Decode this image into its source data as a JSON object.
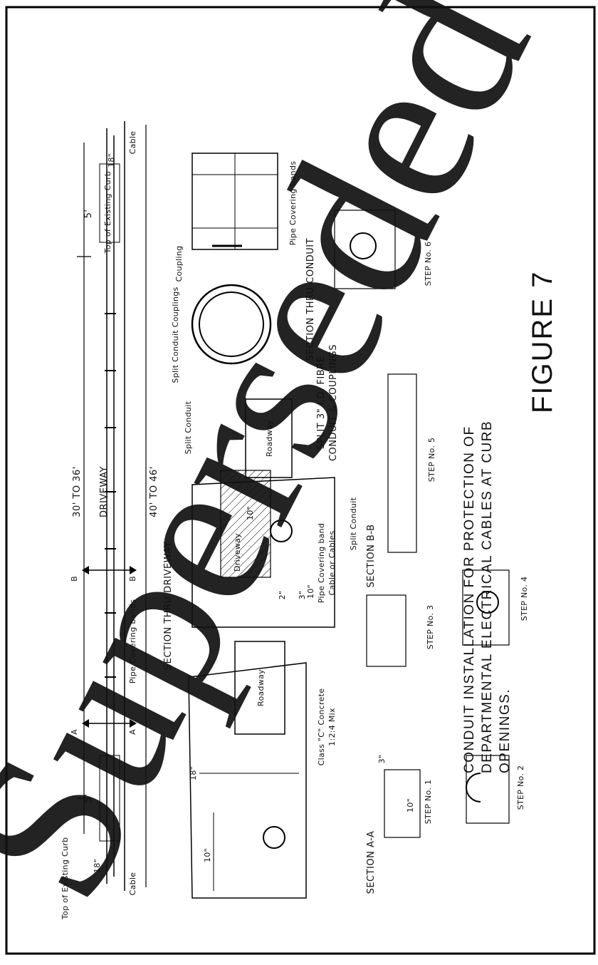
{
  "figure": {
    "label": "FIGURE 7",
    "title_lines": [
      "CONDUIT INSTALLATION FOR PROTECTION OF",
      "DEPARTMENTAL ELECTRICAL CABLES AT CURB",
      "OPENINGS."
    ]
  },
  "watermark": "Superseded",
  "section_driveway": {
    "title": "SECTION THRU DRIVEWAY",
    "driveway_label": "DRIVEWAY",
    "width_range": "30' TO 36'",
    "length_range": "40' TO 46'",
    "top_curb_left": "Top of Existing Curb",
    "top_curb_right": "Top of Existing Curb",
    "dim_5_left": "5'",
    "dim_5_right": "5'",
    "dim_18_left": "18\"",
    "dim_18_right": "18\"",
    "cable_left": "Cable",
    "cable_right": "Cable",
    "pipe_bands": "Pipe Covering bands",
    "mark_a": "A",
    "mark_b": "B"
  },
  "section_aa": {
    "title": "SECTION A-A",
    "roadway": "Roadway",
    "dim_18": "18\"",
    "dim_10": "10\"",
    "concrete_line1": "Class \"C\" Concrete",
    "concrete_line2": "1:2:4 Mix"
  },
  "section_bb": {
    "title": "SECTION B-B",
    "roadway": "Roadway",
    "driveway": "Driveway",
    "dim_10a": "10\"",
    "dim_2": "2\"",
    "dim_3": "3\"",
    "dim_10b": "10\"",
    "band_line1": "Pipe Covering band",
    "band_line2": "Cable or Cables",
    "split_conduit": "Split Conduit"
  },
  "section_conduit": {
    "title": "SECTION THRU CONDUIT",
    "split_conduit": "Split Conduit",
    "split_conduit_couplings": "Split Conduit Couplings",
    "coupling": "Coupling",
    "pipe_bands": "Pipe Covering bands",
    "fibre_line1": "SPLIT 3\" I.D. FIBRE",
    "fibre_line2": "CONDUIT & COUPLINGS"
  },
  "steps": [
    "STEP No. 1",
    "STEP No. 2",
    "STEP No. 3",
    "STEP No. 4",
    "STEP No. 5",
    "STEP No. 6"
  ],
  "step_dims": {
    "ten": "10\"",
    "three": "3\""
  }
}
